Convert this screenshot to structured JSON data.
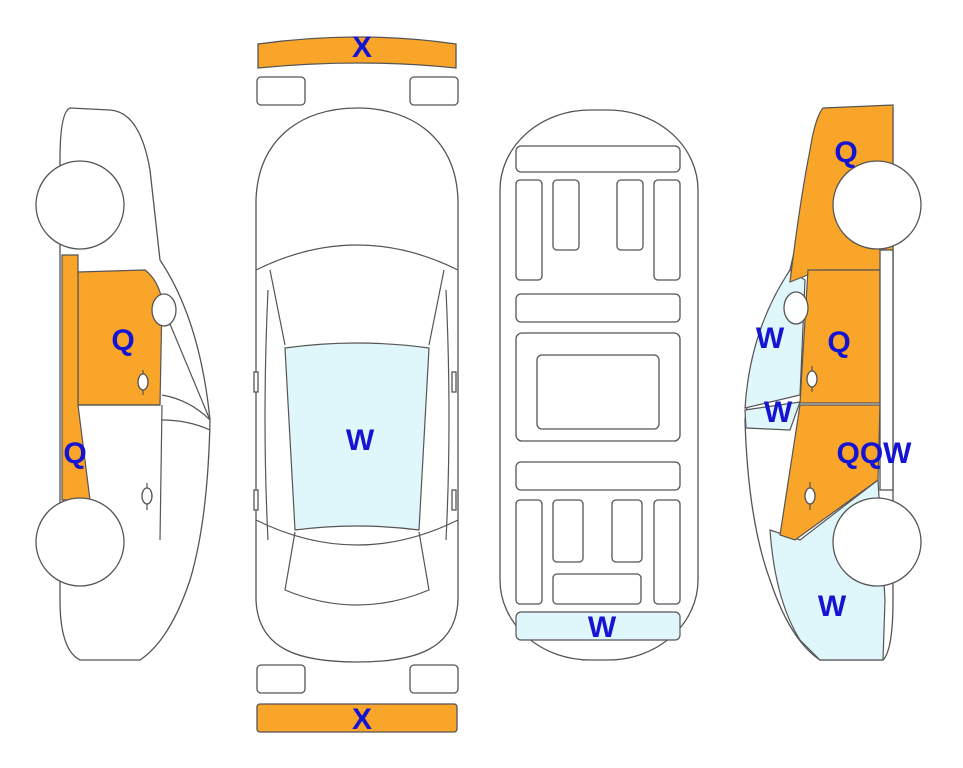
{
  "colors": {
    "outline": "#555555",
    "orange_damage": "#F9A52A",
    "blue_damage": "#DFF6FB",
    "marker_text": "#1414D2"
  },
  "markers": {
    "front_bumper": "X",
    "rear_bumper": "X",
    "left_front_door": "Q",
    "left_sill": "Q",
    "roof": "W",
    "trunk_panel": "W",
    "right_rear_fender": "Q",
    "right_rear_door": "Q",
    "right_rear_glass": "W",
    "right_front_glass": "W",
    "right_front_door": "QQW",
    "right_front_fender": "W"
  }
}
